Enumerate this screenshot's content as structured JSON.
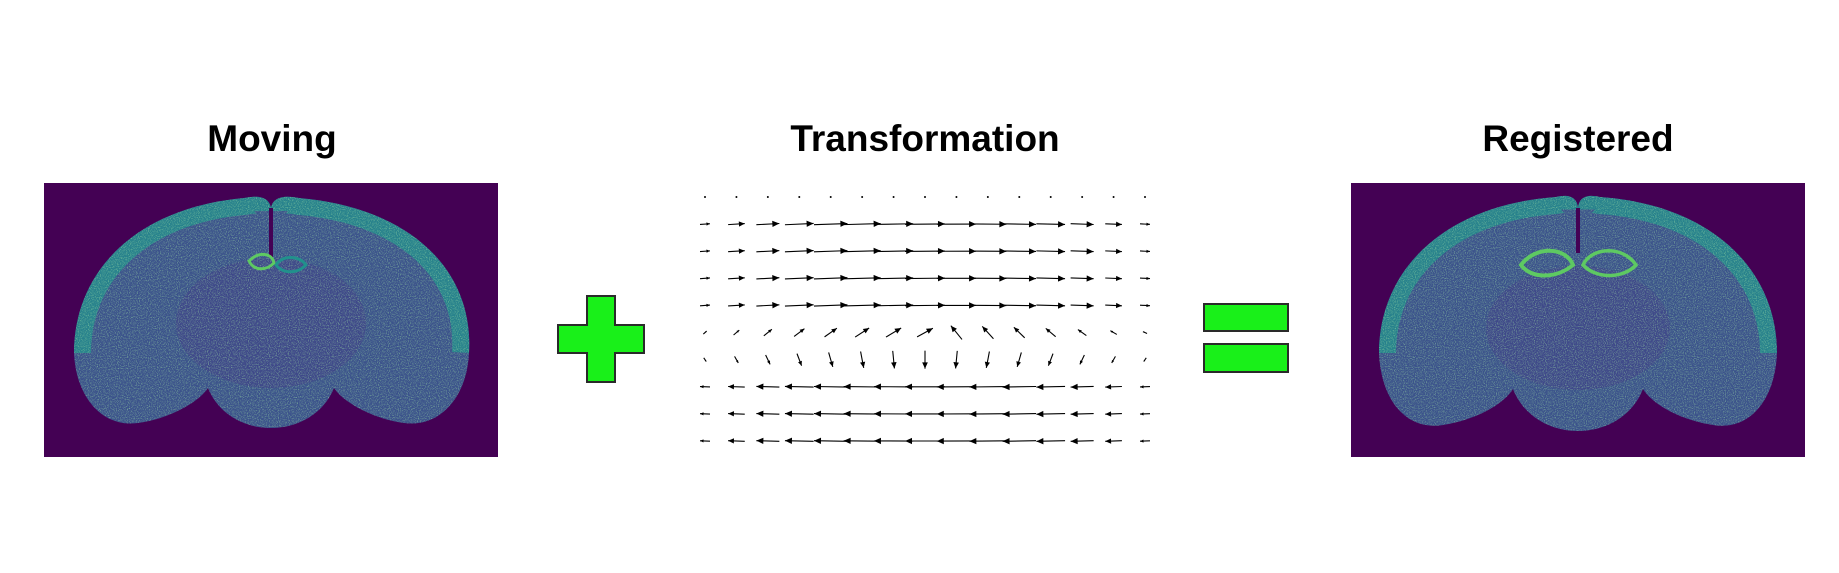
{
  "titles": {
    "moving": "Moving",
    "transformation": "Transformation",
    "registered": "Registered"
  },
  "operators": {
    "plus": "plus-icon",
    "equals": "equals-icon"
  },
  "colors": {
    "panel_background": "#440154",
    "tissue_dark": "#3b528b",
    "tissue_mid": "#21918c",
    "tissue_bright": "#5ec962",
    "tissue_hot": "#fde725",
    "operator_fill": "#19f019",
    "operator_stroke": "#2a2a2a",
    "arrow": "#000000"
  }
}
